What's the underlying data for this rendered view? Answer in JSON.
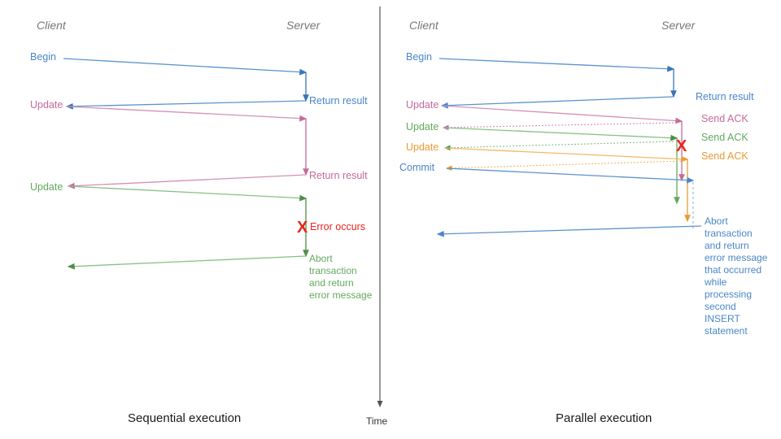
{
  "figure": {
    "type": "sequence-diagram",
    "title": "",
    "time_axis_label": "Time"
  },
  "colors": {
    "blue": "#4a86c8",
    "blue_dark": "#3a76b8",
    "pink": "#c76a9b",
    "green": "#63a95c",
    "green_dark": "#4d8f46",
    "orange": "#e89b35",
    "red": "#e8241c",
    "gray": "#777777",
    "black": "#1a1a1a"
  },
  "panels": [
    {
      "id": "sequential",
      "caption": "Sequential execution",
      "lanes": {
        "client": "Client",
        "server": "Server"
      },
      "client_labels": [
        {
          "text": "Begin",
          "color": "#4a86c8"
        },
        {
          "text": "Update",
          "color": "#c76a9b"
        },
        {
          "text": "Update",
          "color": "#63a95c"
        }
      ],
      "server_labels": [
        {
          "text": "Return result",
          "color": "#4a86c8"
        },
        {
          "text": "Return result",
          "color": "#c76a9b"
        },
        {
          "text": "Error occurs",
          "color": "#e8241c"
        }
      ],
      "server_blocks": [
        {
          "text": "Abort\ntransaction\nand return\nerror message",
          "color": "#63a95c"
        }
      ],
      "error_marker": {
        "glyph": "X",
        "color": "#e8241c"
      }
    },
    {
      "id": "parallel",
      "caption": "Parallel execution",
      "lanes": {
        "client": "Client",
        "server": "Server"
      },
      "client_labels": [
        {
          "text": "Begin",
          "color": "#4a86c8"
        },
        {
          "text": "Update",
          "color": "#c76a9b"
        },
        {
          "text": "Update",
          "color": "#63a95c"
        },
        {
          "text": "Update",
          "color": "#e89b35"
        },
        {
          "text": "Commit",
          "color": "#4a86c8"
        }
      ],
      "server_labels": [
        {
          "text": "Return result",
          "color": "#4a86c8"
        },
        {
          "text": "Send ACK",
          "color": "#c76a9b"
        },
        {
          "text": "Send ACK",
          "color": "#63a95c"
        },
        {
          "text": "Send ACK",
          "color": "#e89b35"
        }
      ],
      "server_blocks": [
        {
          "text": "Abort\ntransaction\nand return\nerror message\nthat occurred\nwhile\nprocessing\nsecond\nINSERT\nstatement",
          "color": "#4a86c8"
        }
      ],
      "error_marker": {
        "glyph": "X",
        "color": "#e8241c"
      }
    }
  ],
  "left": {
    "header_client": "Client",
    "header_server": "Server",
    "begin": "Begin",
    "update1": "Update",
    "update2": "Update",
    "return1": "Return result",
    "return2": "Return result",
    "error": "Error occurs",
    "abort_block": "Abort\ntransaction\nand return\nerror message",
    "caption": "Sequential execution",
    "xmark": "X"
  },
  "right": {
    "header_client": "Client",
    "header_server": "Server",
    "begin": "Begin",
    "update1": "Update",
    "update2": "Update",
    "update3": "Update",
    "commit": "Commit",
    "return1": "Return result",
    "ack1": "Send ACK",
    "ack2": "Send ACK",
    "ack3": "Send ACK",
    "abort_block": "Abort\ntransaction\nand return\nerror message\nthat occurred\nwhile\nprocessing\nsecond\nINSERT\nstatement",
    "caption": "Parallel execution",
    "xmark": "X"
  },
  "time": {
    "label": "Time"
  }
}
